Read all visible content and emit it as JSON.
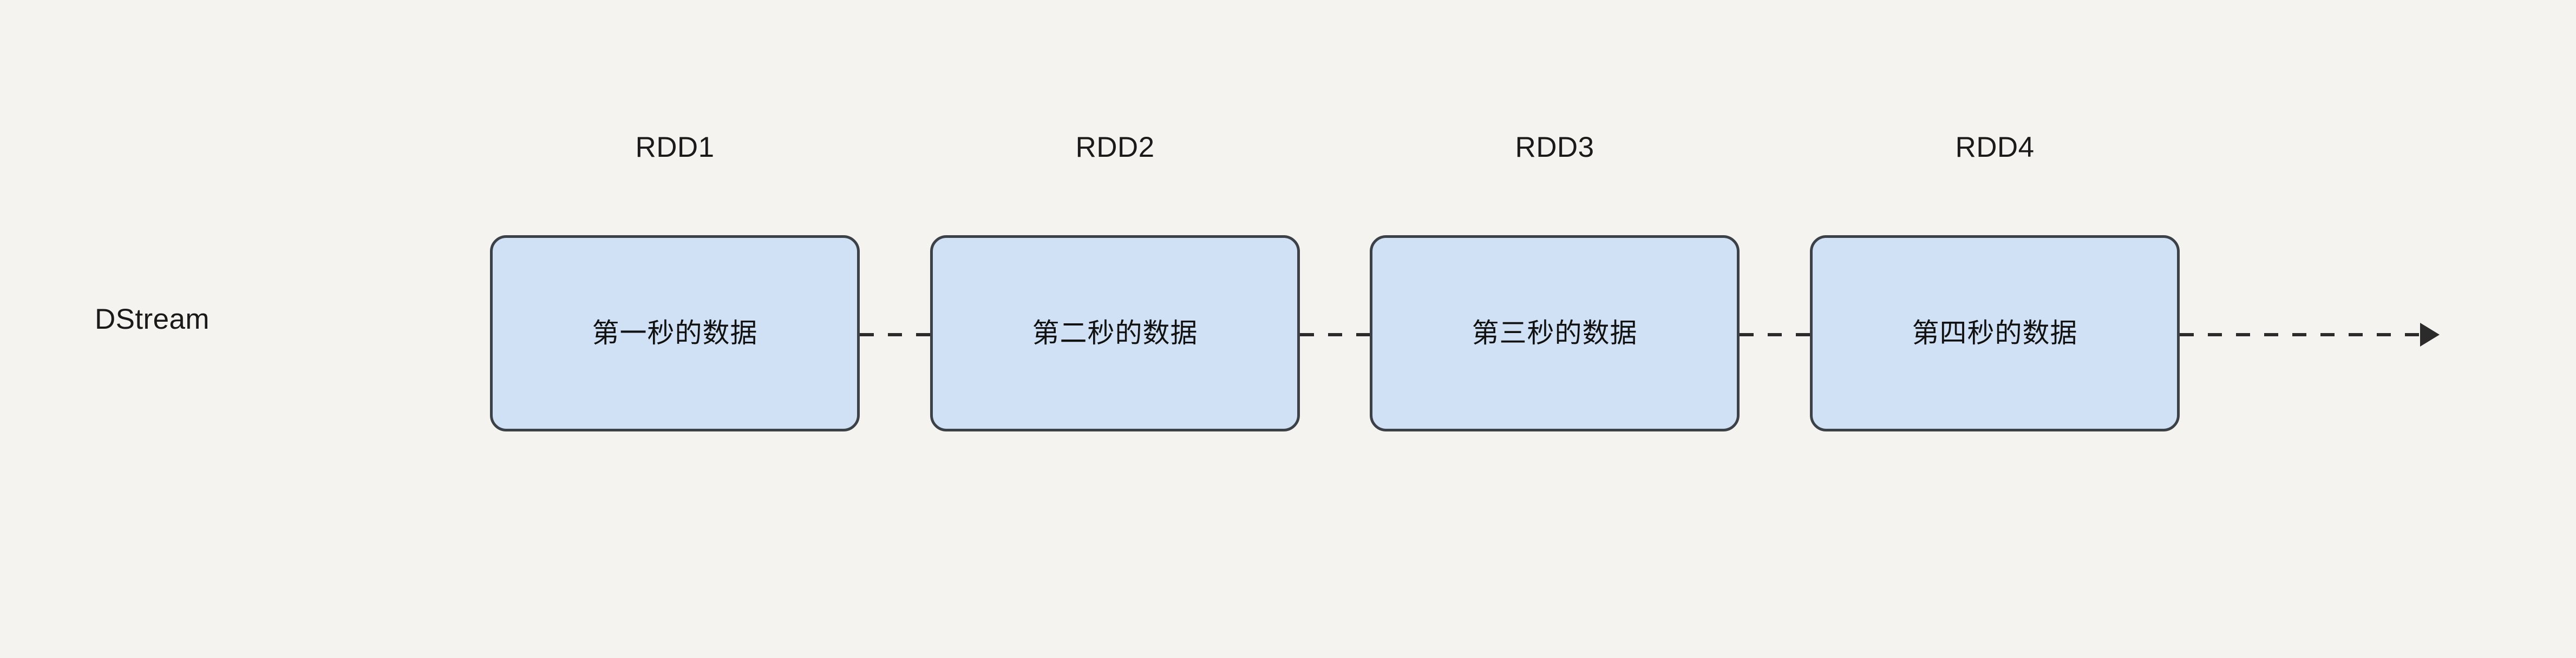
{
  "diagram": {
    "background_color": "#f4f3ef",
    "row_label": "DStream",
    "box_fill_color": "#d0e1f5",
    "box_border_color": "#3c4147",
    "connector_color": "#2b2b2b",
    "text_color": "#1a1a1a",
    "nodes": [
      {
        "caption": "RDD1",
        "label": "第一秒的数据"
      },
      {
        "caption": "RDD2",
        "label": "第二秒的数据"
      },
      {
        "caption": "RDD3",
        "label": "第三秒的数据"
      },
      {
        "caption": "RDD4",
        "label": "第四秒的数据"
      }
    ],
    "connectors": [
      {
        "style": "dashed",
        "arrowhead": false
      },
      {
        "style": "dashed",
        "arrowhead": false
      },
      {
        "style": "dashed",
        "arrowhead": false
      },
      {
        "style": "dashed",
        "arrowhead": true
      }
    ]
  }
}
